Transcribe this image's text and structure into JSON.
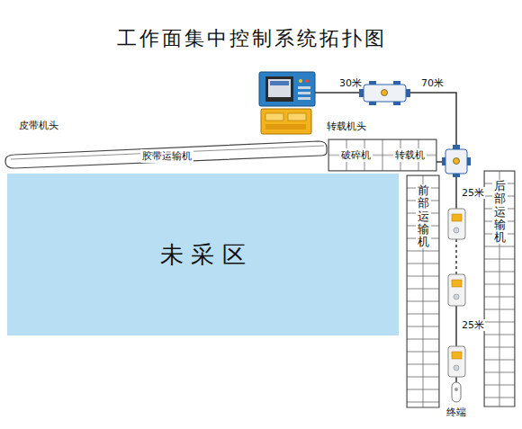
{
  "diagram": {
    "title": "工作面集中控制系统拓扑图",
    "nodes": [
      {
        "text": [
          "胶带运输机"
        ]
      },
      {
        "text": [
          "破碎机"
        ]
      },
      {
        "text": [
          "转载机"
        ]
      },
      {
        "text": [
          "未 采 区"
        ]
      },
      {
        "text": [
          "前部运输机"
        ]
      },
      {
        "text": [
          "后部运输机"
        ]
      }
    ],
    "labels": [
      "30米",
      "70米",
      "皮带机头",
      "转载机头",
      "25米",
      "25米",
      "终端"
    ]
  }
}
